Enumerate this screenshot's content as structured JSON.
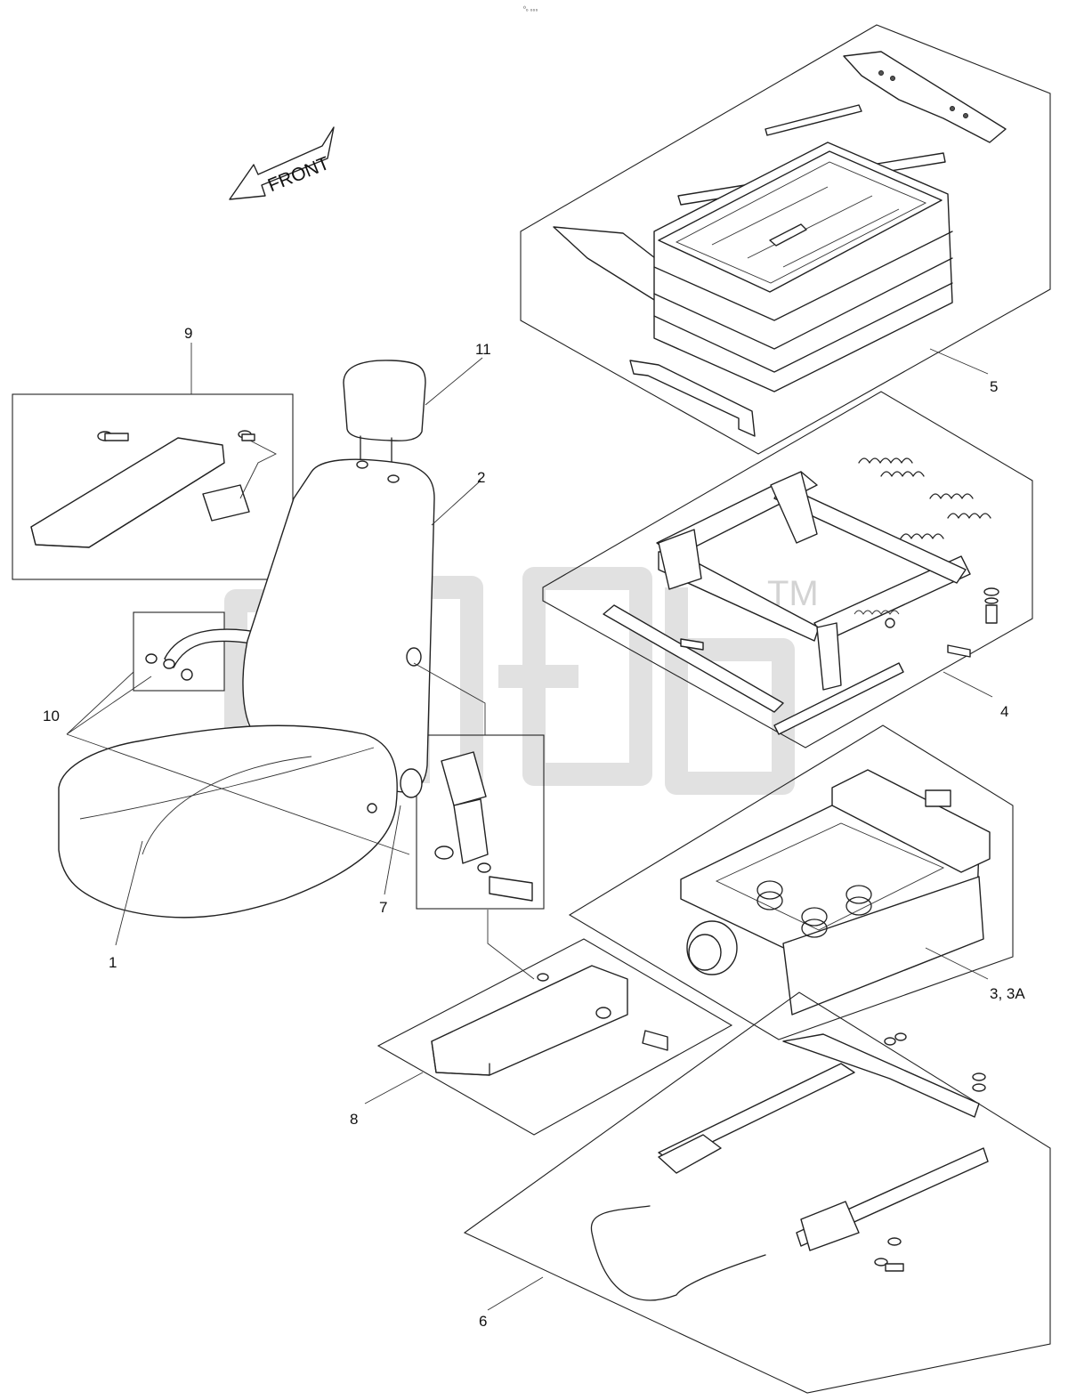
{
  "header_mark": "⁰₀ ₀₀₀",
  "front_label": "FRONT",
  "watermark_tm": "TM",
  "callouts": {
    "c1": "1",
    "c2": "2",
    "c3": "3, 3A",
    "c4": "4",
    "c5": "5",
    "c6": "6",
    "c7": "7",
    "c8": "8",
    "c9": "9",
    "c10": "10",
    "c11": "11"
  },
  "icons": {
    "front_arrow": "front-arrow-icon",
    "watermark": "watermark-logo-icon"
  }
}
